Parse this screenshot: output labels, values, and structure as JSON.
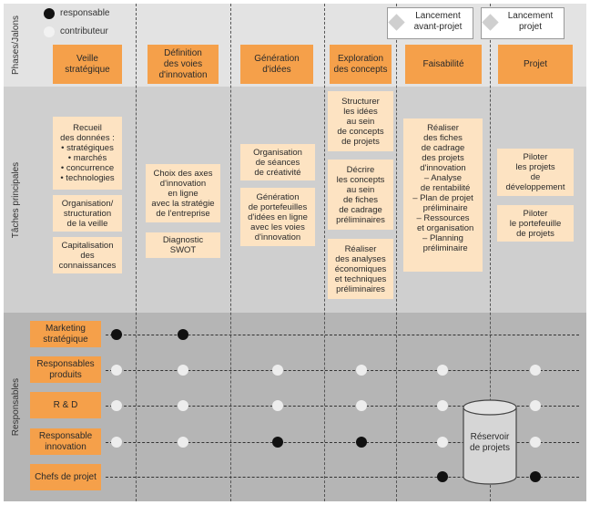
{
  "legend": {
    "responsable": "responsable",
    "contributeur": "contributeur"
  },
  "bands": {
    "phases": "Phases/Jalons",
    "tasks": "Tâches principales",
    "responsables": "Responsables"
  },
  "milestones": [
    {
      "label": "Lancement\navant-projet"
    },
    {
      "label": "Lancement\nprojet"
    }
  ],
  "phases": [
    {
      "label": "Veille\nstratégique"
    },
    {
      "label": "Définition\ndes voies\nd'innovation"
    },
    {
      "label": "Génération\nd'idées"
    },
    {
      "label": "Exploration\ndes concepts"
    },
    {
      "label": "Faisabilité"
    },
    {
      "label": "Projet"
    }
  ],
  "tasks": {
    "veille": [
      {
        "text": "Recueil\ndes données :"
      },
      {
        "items": [
          "• stratégiques",
          "• marchés",
          "• concurrence",
          "• technologies"
        ]
      },
      {
        "text": "Organisation/\nstructuration\nde la veille"
      },
      {
        "text": "Capitalisation\ndes\nconnaissances"
      }
    ],
    "definition": [
      {
        "text": "Choix des axes\nd'innovation\nen ligne\navec la stratégie\nde l'entreprise"
      },
      {
        "text": "Diagnostic\nSWOT"
      }
    ],
    "generation": [
      {
        "text": "Organisation\nde séances\nde créativité"
      },
      {
        "text": "Génération\nde portefeuilles\nd'idées en ligne\navec les voies\nd'innovation"
      }
    ],
    "exploration": [
      {
        "text": "Structurer\nles idées\nau sein\nde concepts\nde projets"
      },
      {
        "text": "Décrire\nles concepts\nau sein\nde fiches\nde cadrage\npréliminaires"
      },
      {
        "text": "Réaliser\ndes analyses\néconomiques\net techniques\npréliminaires"
      }
    ],
    "faisabilite": [
      {
        "text": "Réaliser\ndes fiches\nde cadrage\ndes projets\nd'innovation"
      },
      {
        "items": [
          "– Analyse",
          "  de rentabilité",
          "– Plan de projet",
          "  préliminaire",
          "– Ressources",
          "  et organisation",
          "– Planning",
          "  préliminaire"
        ]
      }
    ],
    "projet": [
      {
        "text": "Piloter\nles projets\nde\ndéveloppement"
      },
      {
        "text": "Piloter\nle portefeuille\nde projets"
      }
    ]
  },
  "responsables": [
    {
      "label": "Marketing\nstratégique"
    },
    {
      "label": "Responsables\nproduits"
    },
    {
      "label": "R & D"
    },
    {
      "label": "Responsable\ninnovation"
    },
    {
      "label": "Chefs de projet"
    }
  ],
  "reservoir": {
    "label": "Réservoir\nde projets"
  },
  "colors": {
    "orange": "#f5a04a",
    "light_orange": "#fde3c2",
    "responsable_dot": "#111111",
    "contributeur_dot": "#ededed"
  }
}
